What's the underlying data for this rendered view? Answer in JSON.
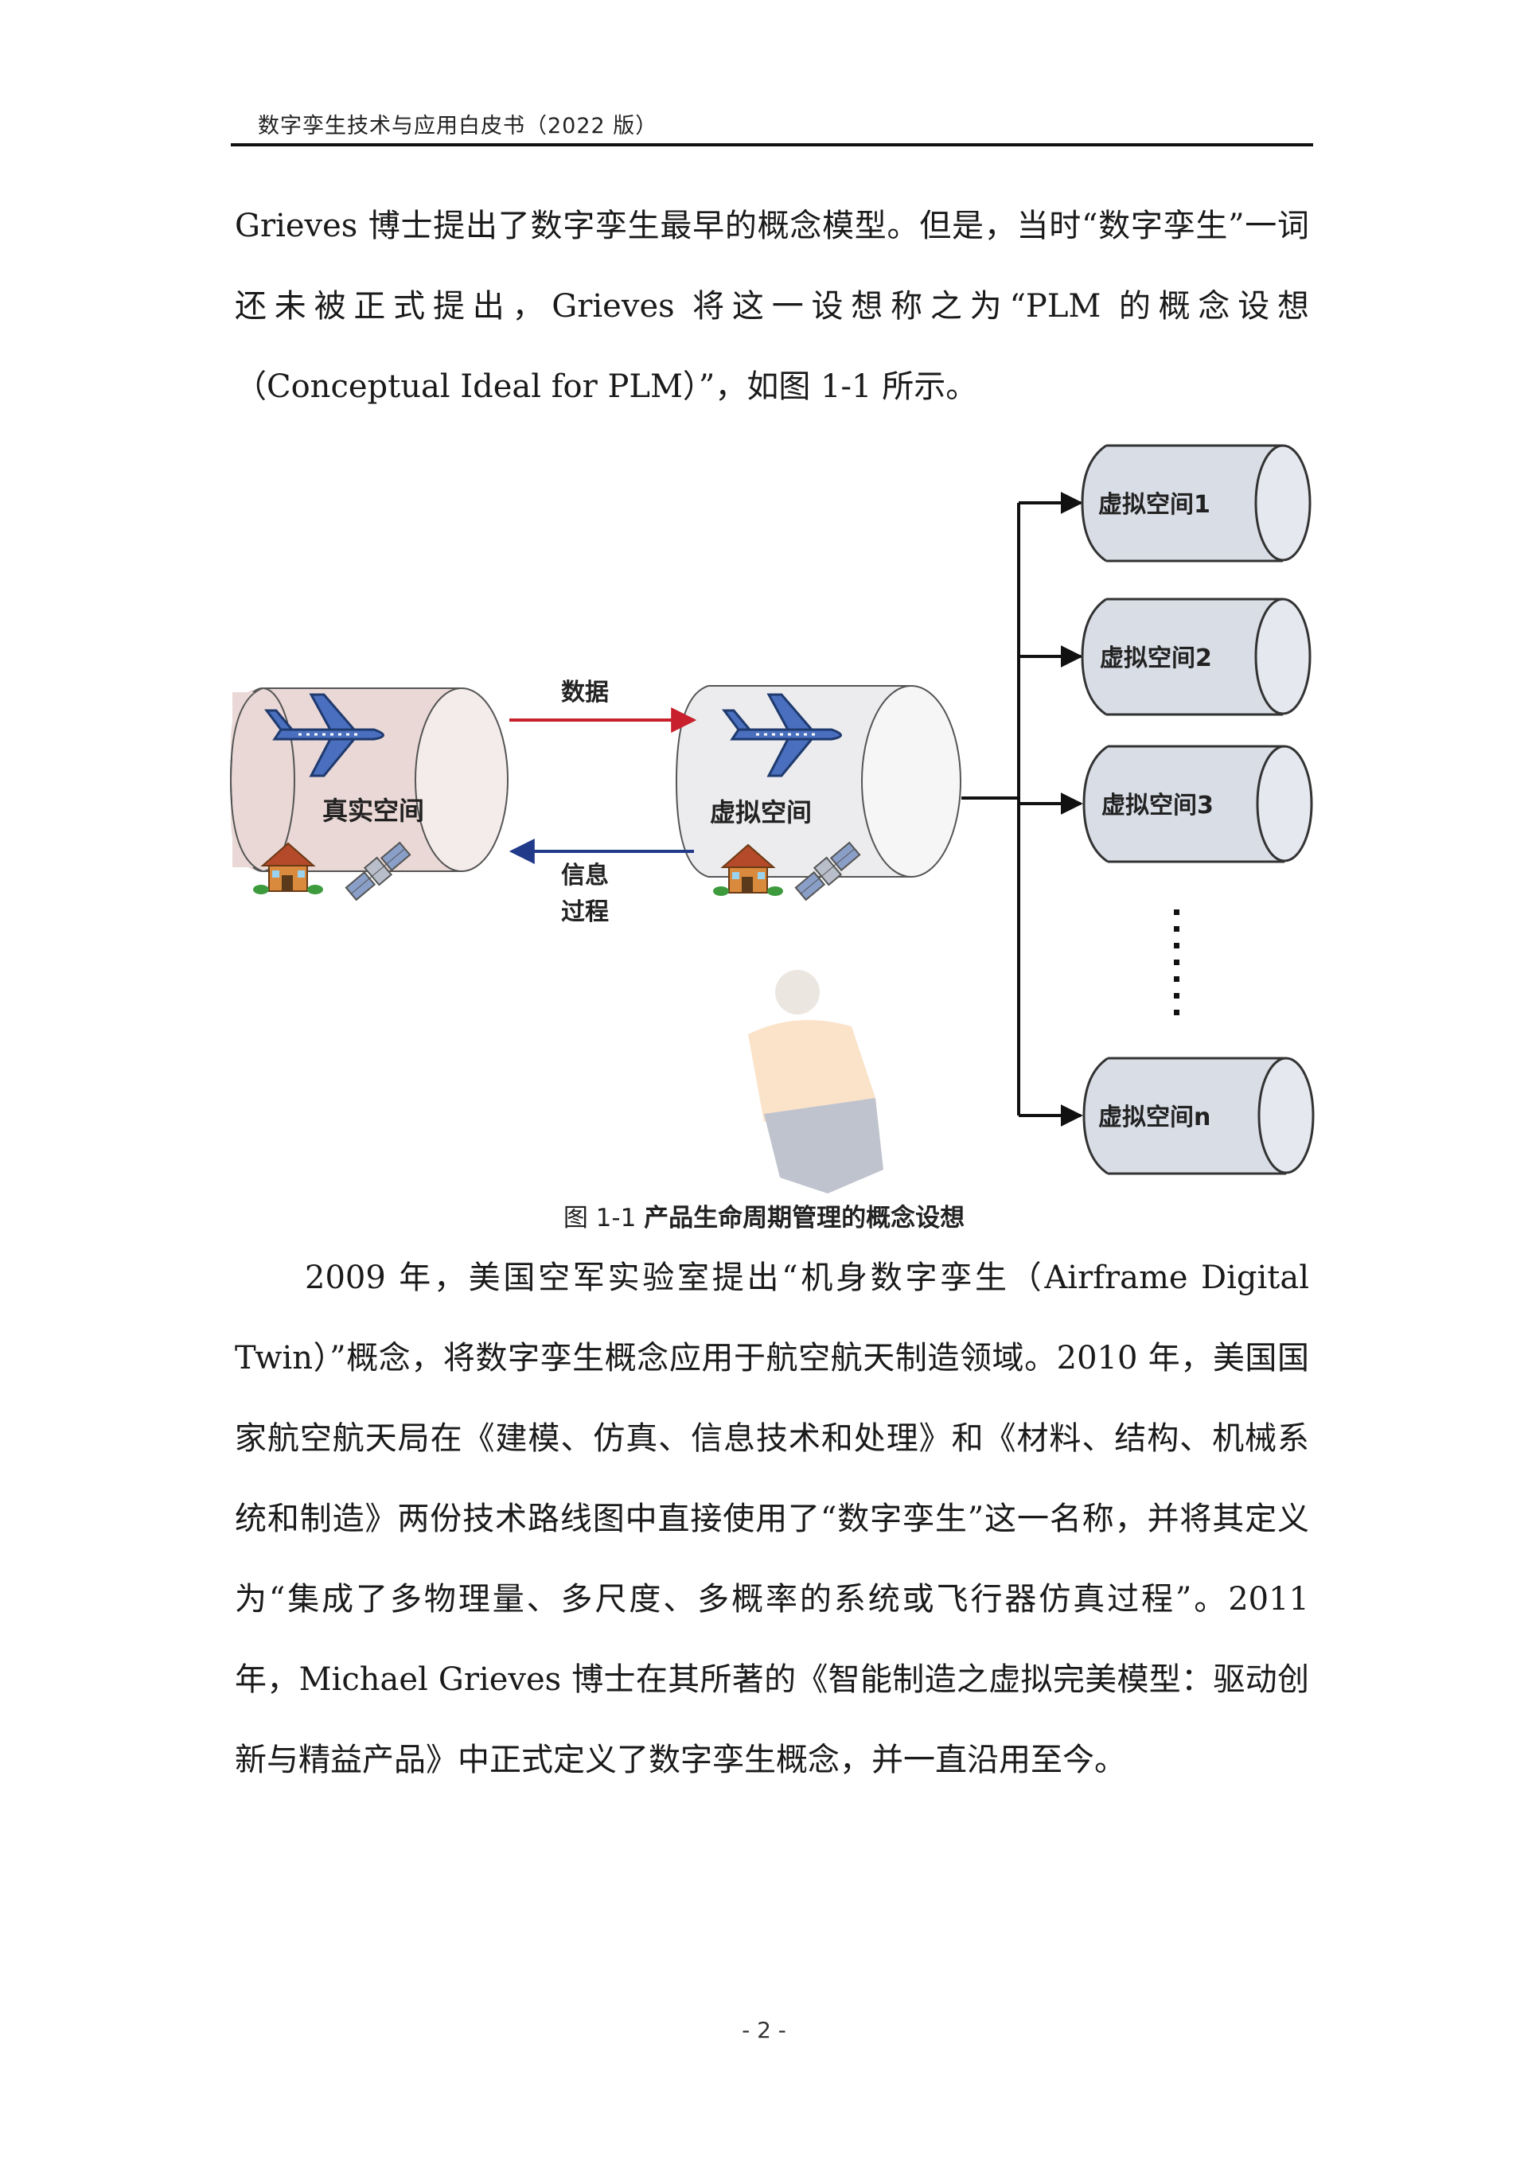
{
  "header": {
    "title": "数字孪生技术与应用白皮书（2022 版）"
  },
  "paragraphs": [
    "Grieves 博士提出了数字孪生最早的概念模型。但是，当时“数字孪生”一词还未被正式提出，Grieves 将这一设想称之为“PLM 的概念设想（Conceptual Ideal for PLM）”，如图 1-1 所示。",
    "2009 年，美国空军实验室提出“机身数字孪生（Airframe Digital Twin）”概念，将数字孪生概念应用于航空航天制造领域。2010 年，美国国家航空航天局在《建模、仿真、信息技术和处理》和《材料、结构、机械系统和制造》两份技术路线图中直接使用了“数字孪生”这一名称，并将其定义为“集成了多物理量、多尺度、多概率的系统或飞行器仿真过程”。2011 年，Michael Grieves 博士在其所著的《智能制造之虚拟完美模型：驱动创新与精益产品》中正式定义了数字孪生概念，并一直沿用至今。"
  ],
  "figure": {
    "caption_number": "图 1-1",
    "caption_title": "产品生命周期管理的概念设想",
    "real_space_label": "真实空间",
    "virtual_space_label": "虚拟空间",
    "arrow_data_label": "数据",
    "arrow_info_label_1": "信息",
    "arrow_info_label_2": "过程",
    "virtual_spaces": [
      "虚拟空间1",
      "虚拟空间2",
      "虚拟空间3",
      "虚拟空间n"
    ],
    "colors": {
      "real_cylinder": "#ead8d6",
      "virtual_cylinder": "#ececee",
      "small_cylinder": "#d9dde6",
      "data_arrow": "#c8202c",
      "info_arrow": "#223a8a",
      "plane": "#4a6fbf"
    },
    "icons": [
      "airplane-icon",
      "house-icon",
      "satellite-icon"
    ]
  },
  "page_number": "- 2 -"
}
